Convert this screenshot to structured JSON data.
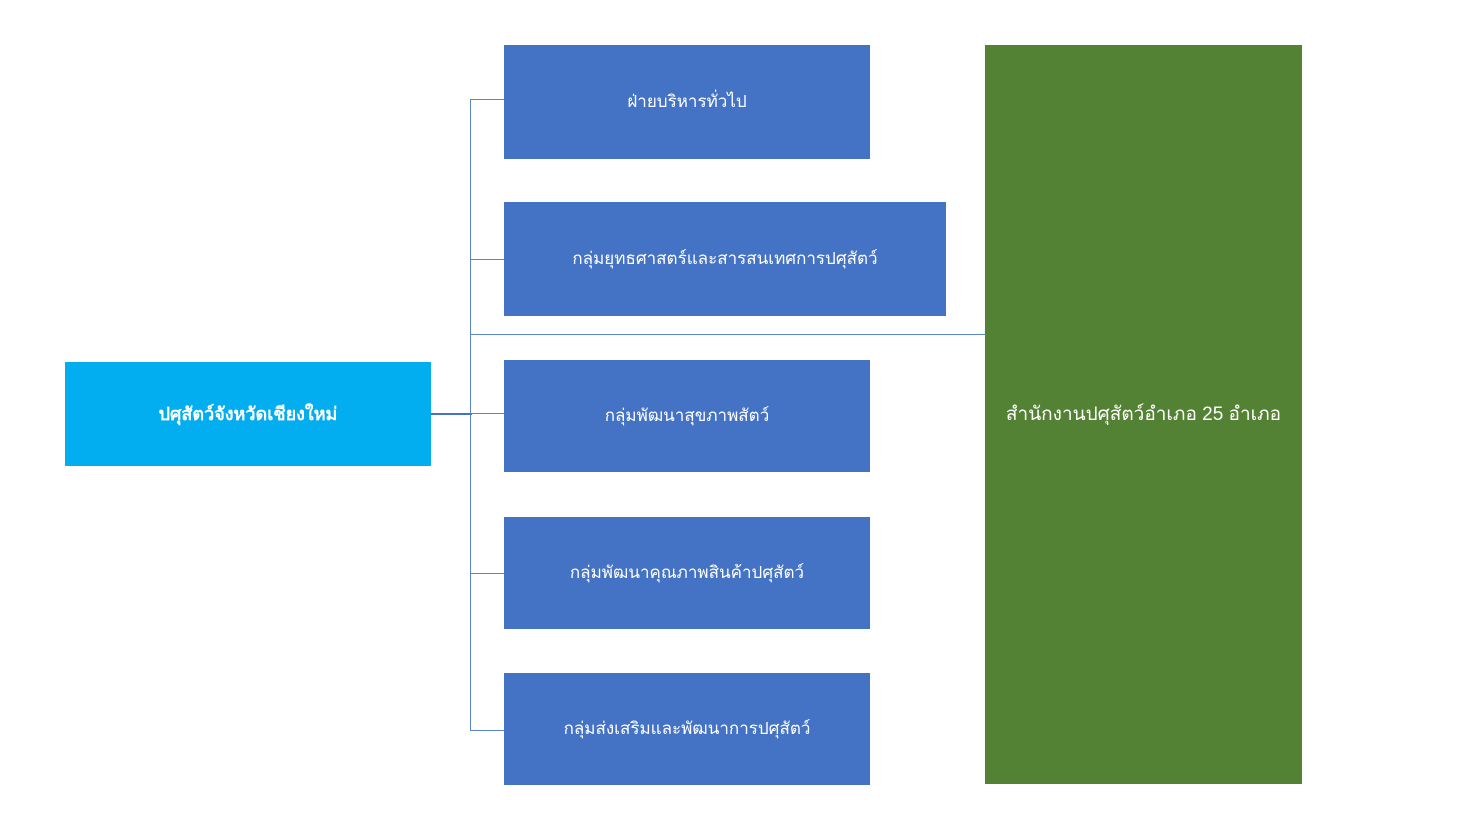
{
  "diagram": {
    "type": "organization-chart",
    "title_text": "",
    "colors": {
      "root": "#02AEEF",
      "department": "#4472C4",
      "branch_office": "#548235",
      "connector": "#5B87C9",
      "connector_main": "#4472C4",
      "background": "#FFFFFF",
      "text": "#FFFFFF"
    },
    "root": {
      "label": "ปศุสัตว์จังหวัดเชียงใหม่"
    },
    "departments": [
      {
        "label": "ฝ่ายบริหารทั่วไป"
      },
      {
        "label": "กลุ่มยุทธศาสตร์และสารสนเทศการปศุสัตว์"
      },
      {
        "label": "กลุ่มพัฒนาสุขภาพสัตว์"
      },
      {
        "label": "กลุ่มพัฒนาคุณภาพสินค้าปศุสัตว์"
      },
      {
        "label": "กลุ่มส่งเสริมและพัฒนาการปศุสัตว์"
      }
    ],
    "branch_office": {
      "label": "สำนักงานปศุสัตว์อำเภอ 25 อำเภอ"
    }
  }
}
